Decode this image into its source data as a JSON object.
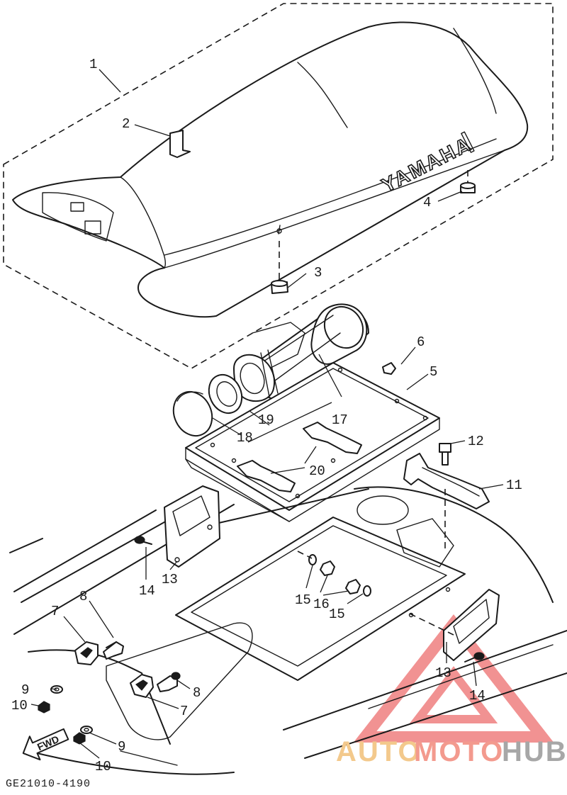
{
  "diagram": {
    "brand_decal": "YAMAHA",
    "fwd_label": "FWD",
    "drawing_code": "GE21010-4190",
    "callouts": {
      "p1": "1",
      "p2": "2",
      "p3": "3",
      "p4": "4",
      "p5": "5",
      "p6": "6",
      "p7a": "7",
      "p7b": "7",
      "p8a": "8",
      "p8b": "8",
      "p9a": "9",
      "p9b": "9",
      "p10a": "10",
      "p10b": "10",
      "p11": "11",
      "p12": "12",
      "p13a": "13",
      "p13b": "13",
      "p14a": "14",
      "p14b": "14",
      "p15a": "15",
      "p15b": "15",
      "p16": "16",
      "p17": "17",
      "p18": "18",
      "p19": "19",
      "p20": "20"
    }
  },
  "watermark": {
    "part_auto": "AUTO",
    "part_moto": "MOTO",
    "part_hub": "HUB",
    "colors": {
      "auto": "#f3c98c",
      "moto": "#f39a8e",
      "hub": "#a7a7a7",
      "triangle": "#ef7f7f"
    }
  }
}
